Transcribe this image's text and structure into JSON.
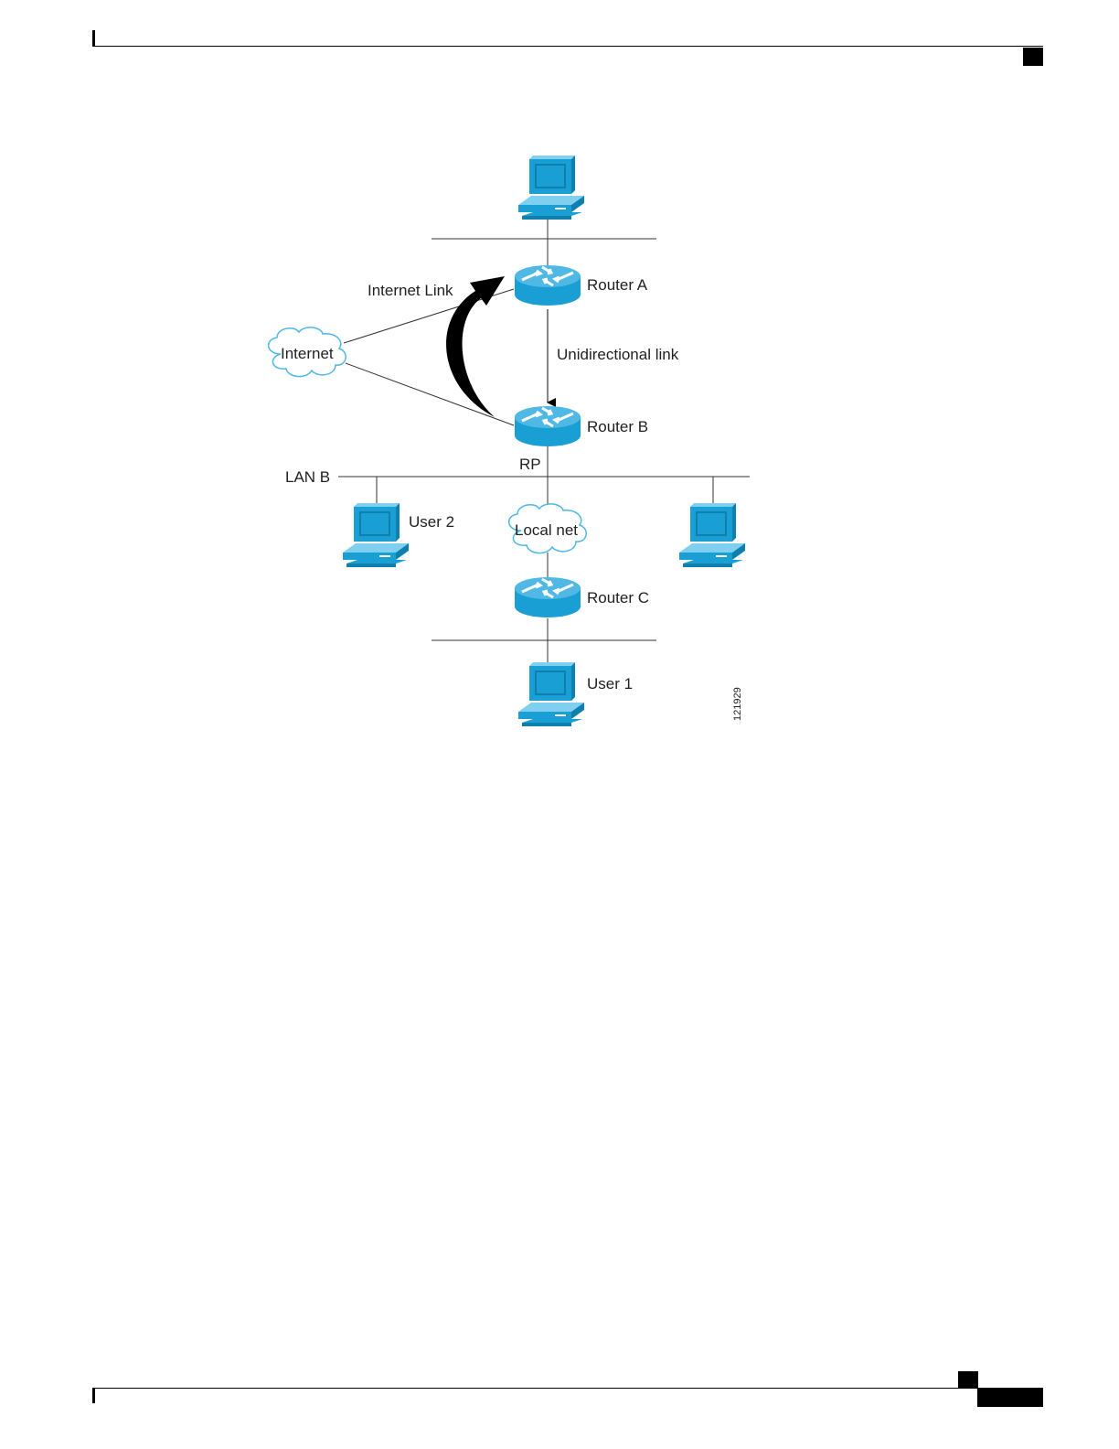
{
  "colors": {
    "device_fill": "#1a9fd4",
    "device_dark": "#0f7fae",
    "device_light": "#7fd0f0",
    "line": "#333333",
    "arrow": "#000000"
  },
  "diagram": {
    "labels": {
      "router_a": "Router A",
      "router_b": "Router B",
      "router_c": "Router C",
      "internet": "Internet",
      "internet_link": "Internet Link",
      "unidirectional_link": "Unidirectional link",
      "rp": "RP",
      "lan_b": "LAN B",
      "user_1": "User 1",
      "user_2": "User 2",
      "local_net": "Local net",
      "figure_id": "121929"
    },
    "icons": {
      "router": "router-icon",
      "workstation": "workstation-icon",
      "cloud": "cloud-icon"
    }
  }
}
